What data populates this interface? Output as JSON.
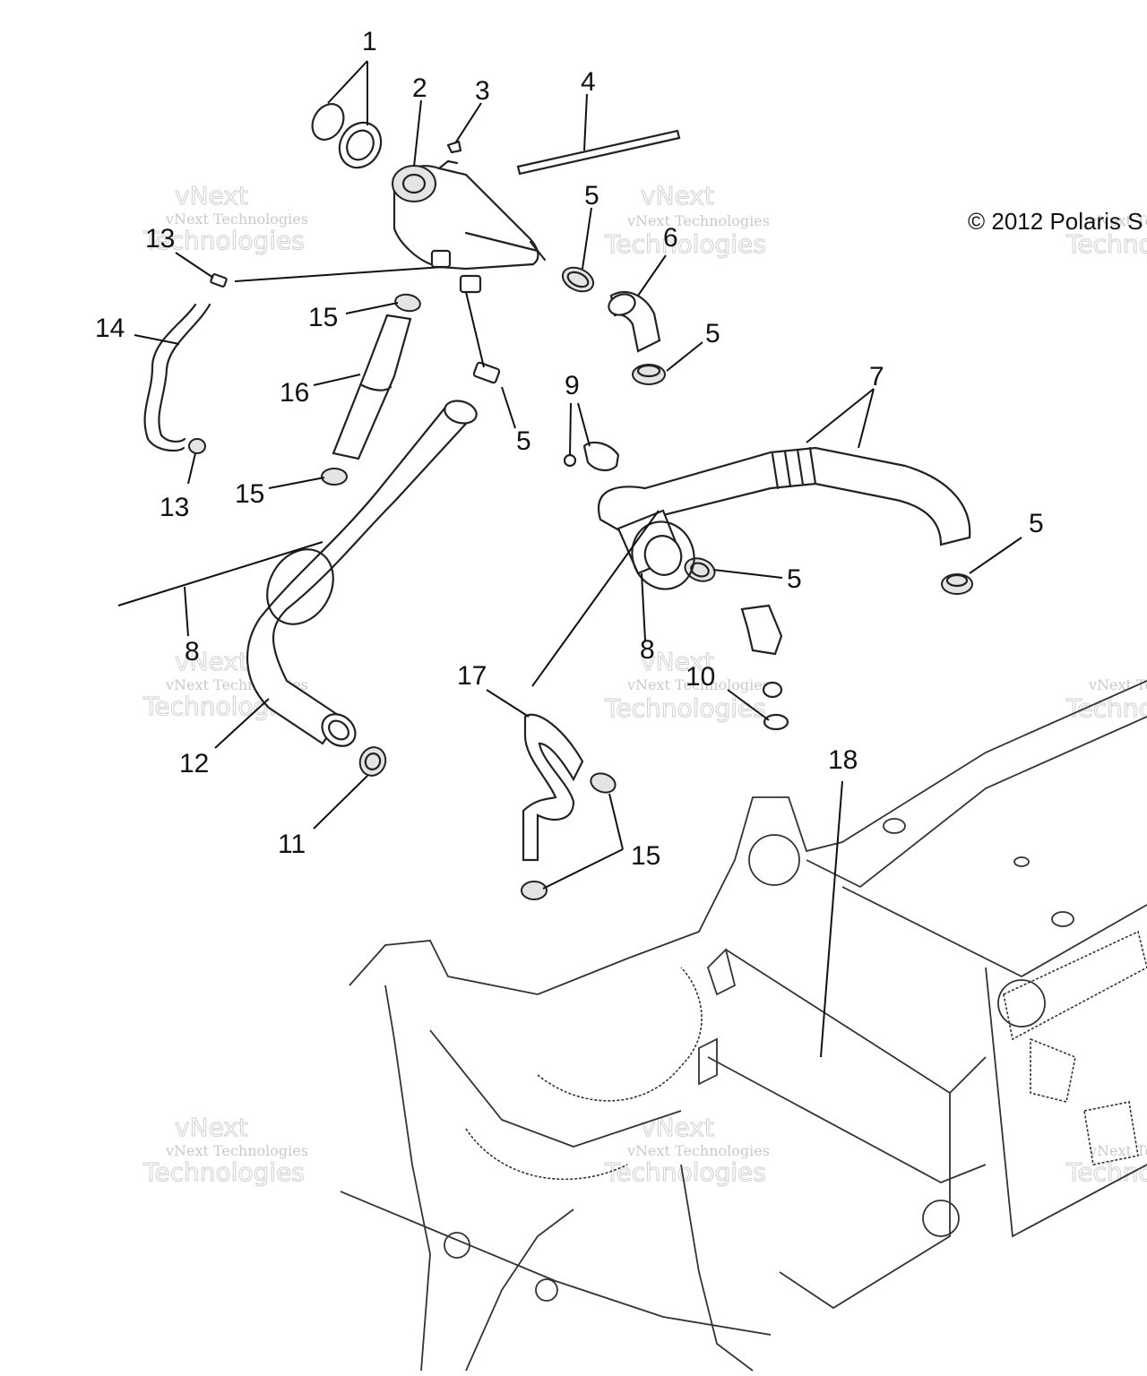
{
  "copyright": "© 2012 Polaris S",
  "watermark": {
    "small": "vNext Technologies",
    "big": "Technologies",
    "top": "vNext"
  },
  "callouts": {
    "c1": "1",
    "c2": "2",
    "c3": "3",
    "c4": "4",
    "c5a": "5",
    "c5b": "5",
    "c5c": "5",
    "c5d": "5",
    "c5e": "5",
    "c6": "6",
    "c7": "7",
    "c8a": "8",
    "c8b": "8",
    "c9": "9",
    "c10": "10",
    "c11": "11",
    "c12": "12",
    "c13a": "13",
    "c13b": "13",
    "c14": "14",
    "c15a": "15",
    "c15b": "15",
    "c15c": "15",
    "c16": "16",
    "c17": "17",
    "c18": "18"
  }
}
